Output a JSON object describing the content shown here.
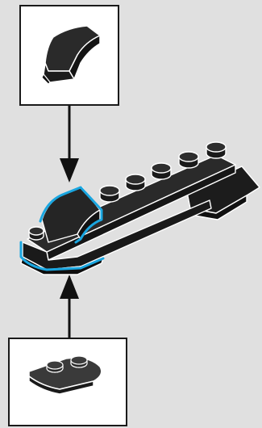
{
  "diagram": {
    "top_part": {
      "name": "curved-slope-brick",
      "color": "#1e1e1e"
    },
    "bottom_part": {
      "name": "curved-plate-2x2",
      "color": "#1e1e1e"
    },
    "assembly": {
      "name": "ship-hull-assembly",
      "color": "#1e1e1e",
      "highlight_color": "#1aa6e0"
    },
    "arrows": [
      "attach-from-top",
      "attach-from-bottom"
    ],
    "background_color": "#e0e0e0"
  }
}
